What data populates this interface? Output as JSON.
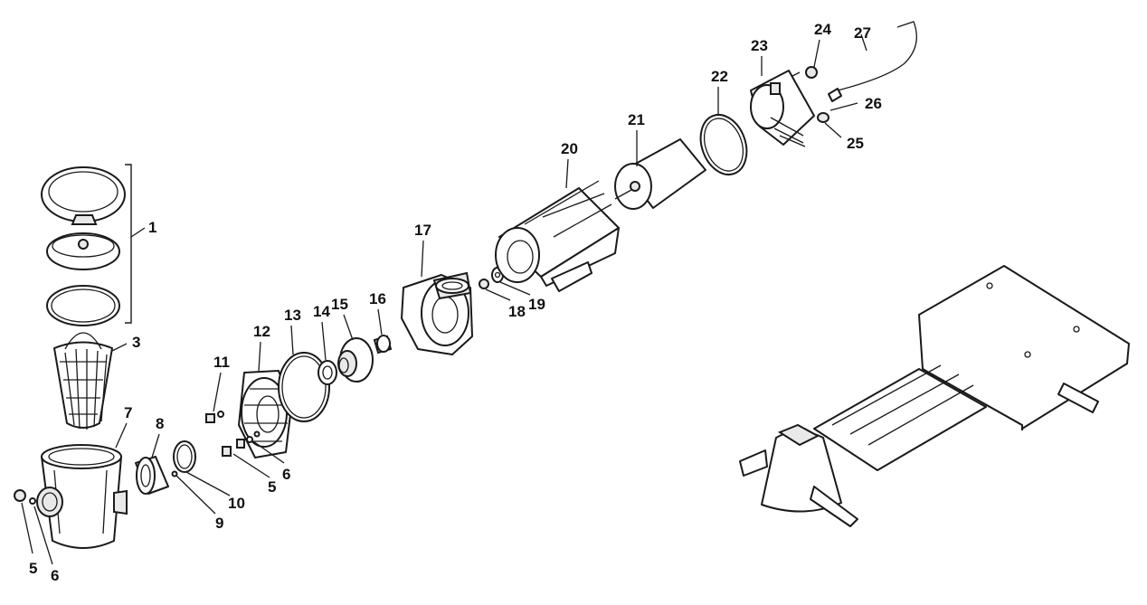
{
  "callouts": [
    {
      "id": "c1",
      "label": "1"
    },
    {
      "id": "c3",
      "label": "3"
    },
    {
      "id": "c7",
      "label": "7"
    },
    {
      "id": "c8",
      "label": "8"
    },
    {
      "id": "c5a",
      "label": "5"
    },
    {
      "id": "c6a",
      "label": "6"
    },
    {
      "id": "c9",
      "label": "9"
    },
    {
      "id": "c10",
      "label": "10"
    },
    {
      "id": "c11",
      "label": "11"
    },
    {
      "id": "c12",
      "label": "12"
    },
    {
      "id": "c13",
      "label": "13"
    },
    {
      "id": "c14",
      "label": "14"
    },
    {
      "id": "c15",
      "label": "15"
    },
    {
      "id": "c16",
      "label": "16"
    },
    {
      "id": "c5b",
      "label": "5"
    },
    {
      "id": "c6b",
      "label": "6"
    },
    {
      "id": "c17",
      "label": "17"
    },
    {
      "id": "c18",
      "label": "18"
    },
    {
      "id": "c19",
      "label": "19"
    },
    {
      "id": "c20",
      "label": "20"
    },
    {
      "id": "c21",
      "label": "21"
    },
    {
      "id": "c22",
      "label": "22"
    },
    {
      "id": "c23",
      "label": "23"
    },
    {
      "id": "c24",
      "label": "24"
    },
    {
      "id": "c25",
      "label": "25"
    },
    {
      "id": "c26",
      "label": "26"
    },
    {
      "id": "c27",
      "label": "27"
    }
  ],
  "colors": {
    "line": "#1a1a1a",
    "background": "#ffffff",
    "shade": "#e9e9e9"
  }
}
